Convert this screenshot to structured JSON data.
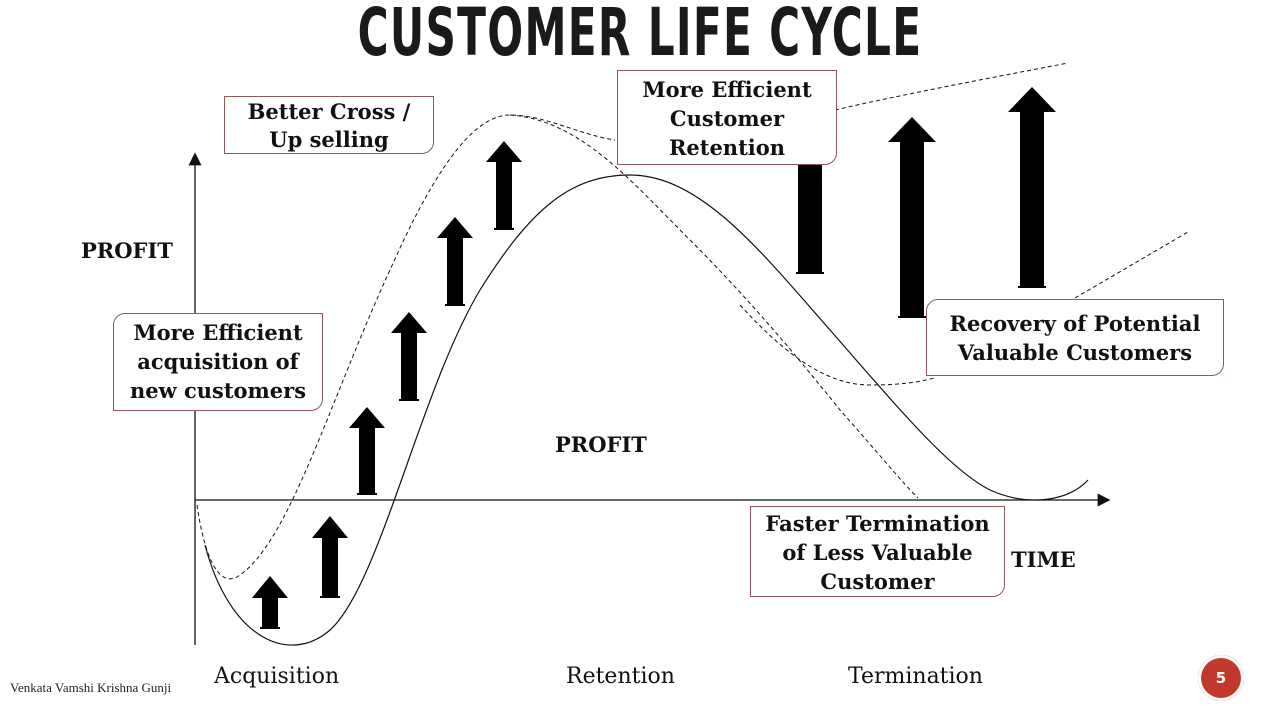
{
  "title": "CUSTOMER LIFE CYCLE",
  "axes": {
    "y_label": "PROFIT",
    "x_label": "TIME",
    "area_label": "PROFIT"
  },
  "callouts": {
    "cross_selling": "Better Cross /\nUp selling",
    "retention": "More Efficient\nCustomer\nRetention",
    "acquisition": "More Efficient\nacquisition of\nnew customers",
    "recovery": "Recovery of Potential\nValuable Customers",
    "termination": "Faster Termination\nof Less Valuable\nCustomer"
  },
  "phases": [
    "Acquisition",
    "Retention",
    "Termination"
  ],
  "footer": {
    "author": "Venkata Vamshi Krishna Gunji",
    "page": "5"
  },
  "colors": {
    "badge": "#c0392b",
    "box_border": "#8c5a5a"
  }
}
